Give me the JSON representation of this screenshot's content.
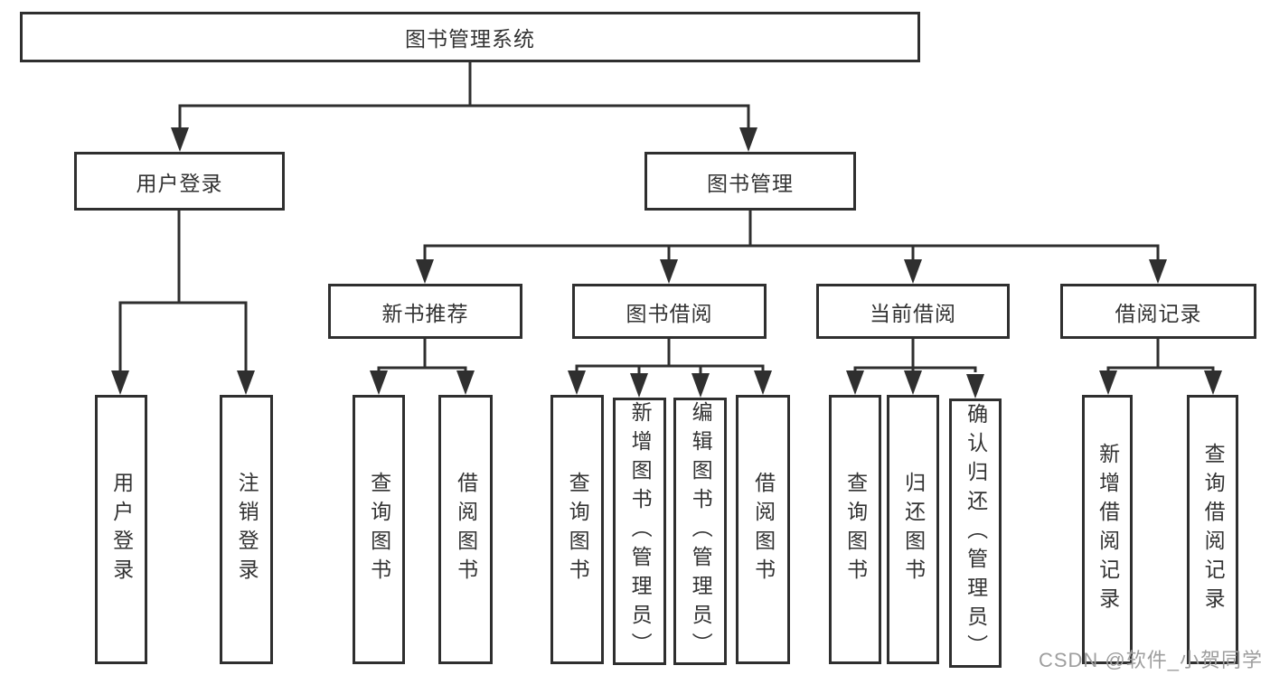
{
  "diagram": {
    "root": "图书管理系统",
    "login": {
      "label": "用户登录",
      "children": [
        "用户登录",
        "注销登录"
      ]
    },
    "manage": {
      "label": "图书管理",
      "sections": [
        {
          "label": "新书推荐",
          "children": [
            "查询图书",
            "借阅图书"
          ]
        },
        {
          "label": "图书借阅",
          "children": [
            "查询图书",
            "新增图书（管理员）",
            "编辑图书（管理员）",
            "借阅图书"
          ]
        },
        {
          "label": "当前借阅",
          "children": [
            "查询图书",
            "归还图书",
            "确认归还（管理员）"
          ]
        },
        {
          "label": "借阅记录",
          "children": [
            "新增借阅记录",
            "查询借阅记录"
          ]
        }
      ]
    }
  },
  "watermark": "CSDN @软件_小贺同学",
  "colors": {
    "line": "#2f2f2f",
    "text": "#333333",
    "watermark": "#9e9e9e",
    "background": "#ffffff"
  }
}
